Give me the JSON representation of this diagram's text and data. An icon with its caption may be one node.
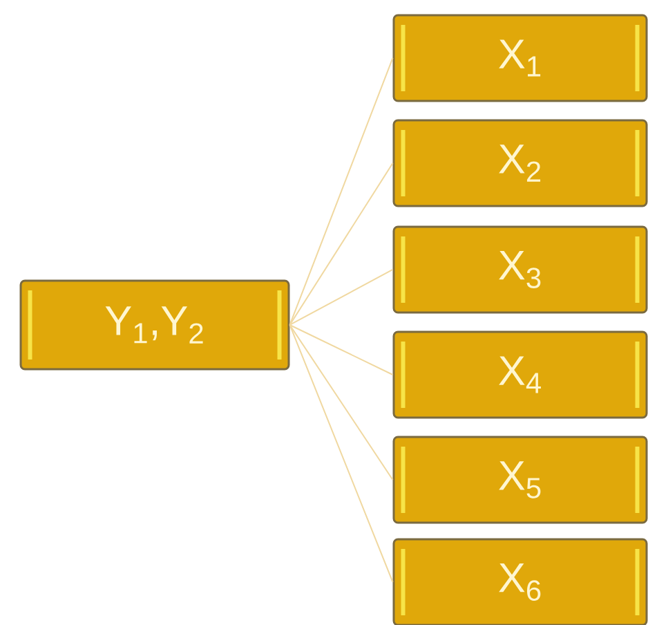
{
  "diagram": {
    "nodes": [
      {
        "text": [
          "Y$_{1}$,Y$_{2}$"
        ]
      },
      {
        "text": [
          "X$_{1}$"
        ]
      },
      {
        "text": [
          "X$_{2}$"
        ]
      },
      {
        "text": [
          "X$_{3}$"
        ]
      },
      {
        "text": [
          "X$_{4}$"
        ]
      },
      {
        "text": [
          "X$_{5}$"
        ]
      },
      {
        "text": [
          "X$_{6}$"
        ]
      }
    ],
    "edges": [
      {
        "from": 0,
        "to": 1,
        "arrow": "none"
      },
      {
        "from": 0,
        "to": 2,
        "arrow": "none"
      },
      {
        "from": 0,
        "to": 3,
        "arrow": "none"
      },
      {
        "from": 0,
        "to": 4,
        "arrow": "none"
      },
      {
        "from": 0,
        "to": 5,
        "arrow": "none"
      },
      {
        "from": 0,
        "to": 6,
        "arrow": "none"
      }
    ]
  }
}
